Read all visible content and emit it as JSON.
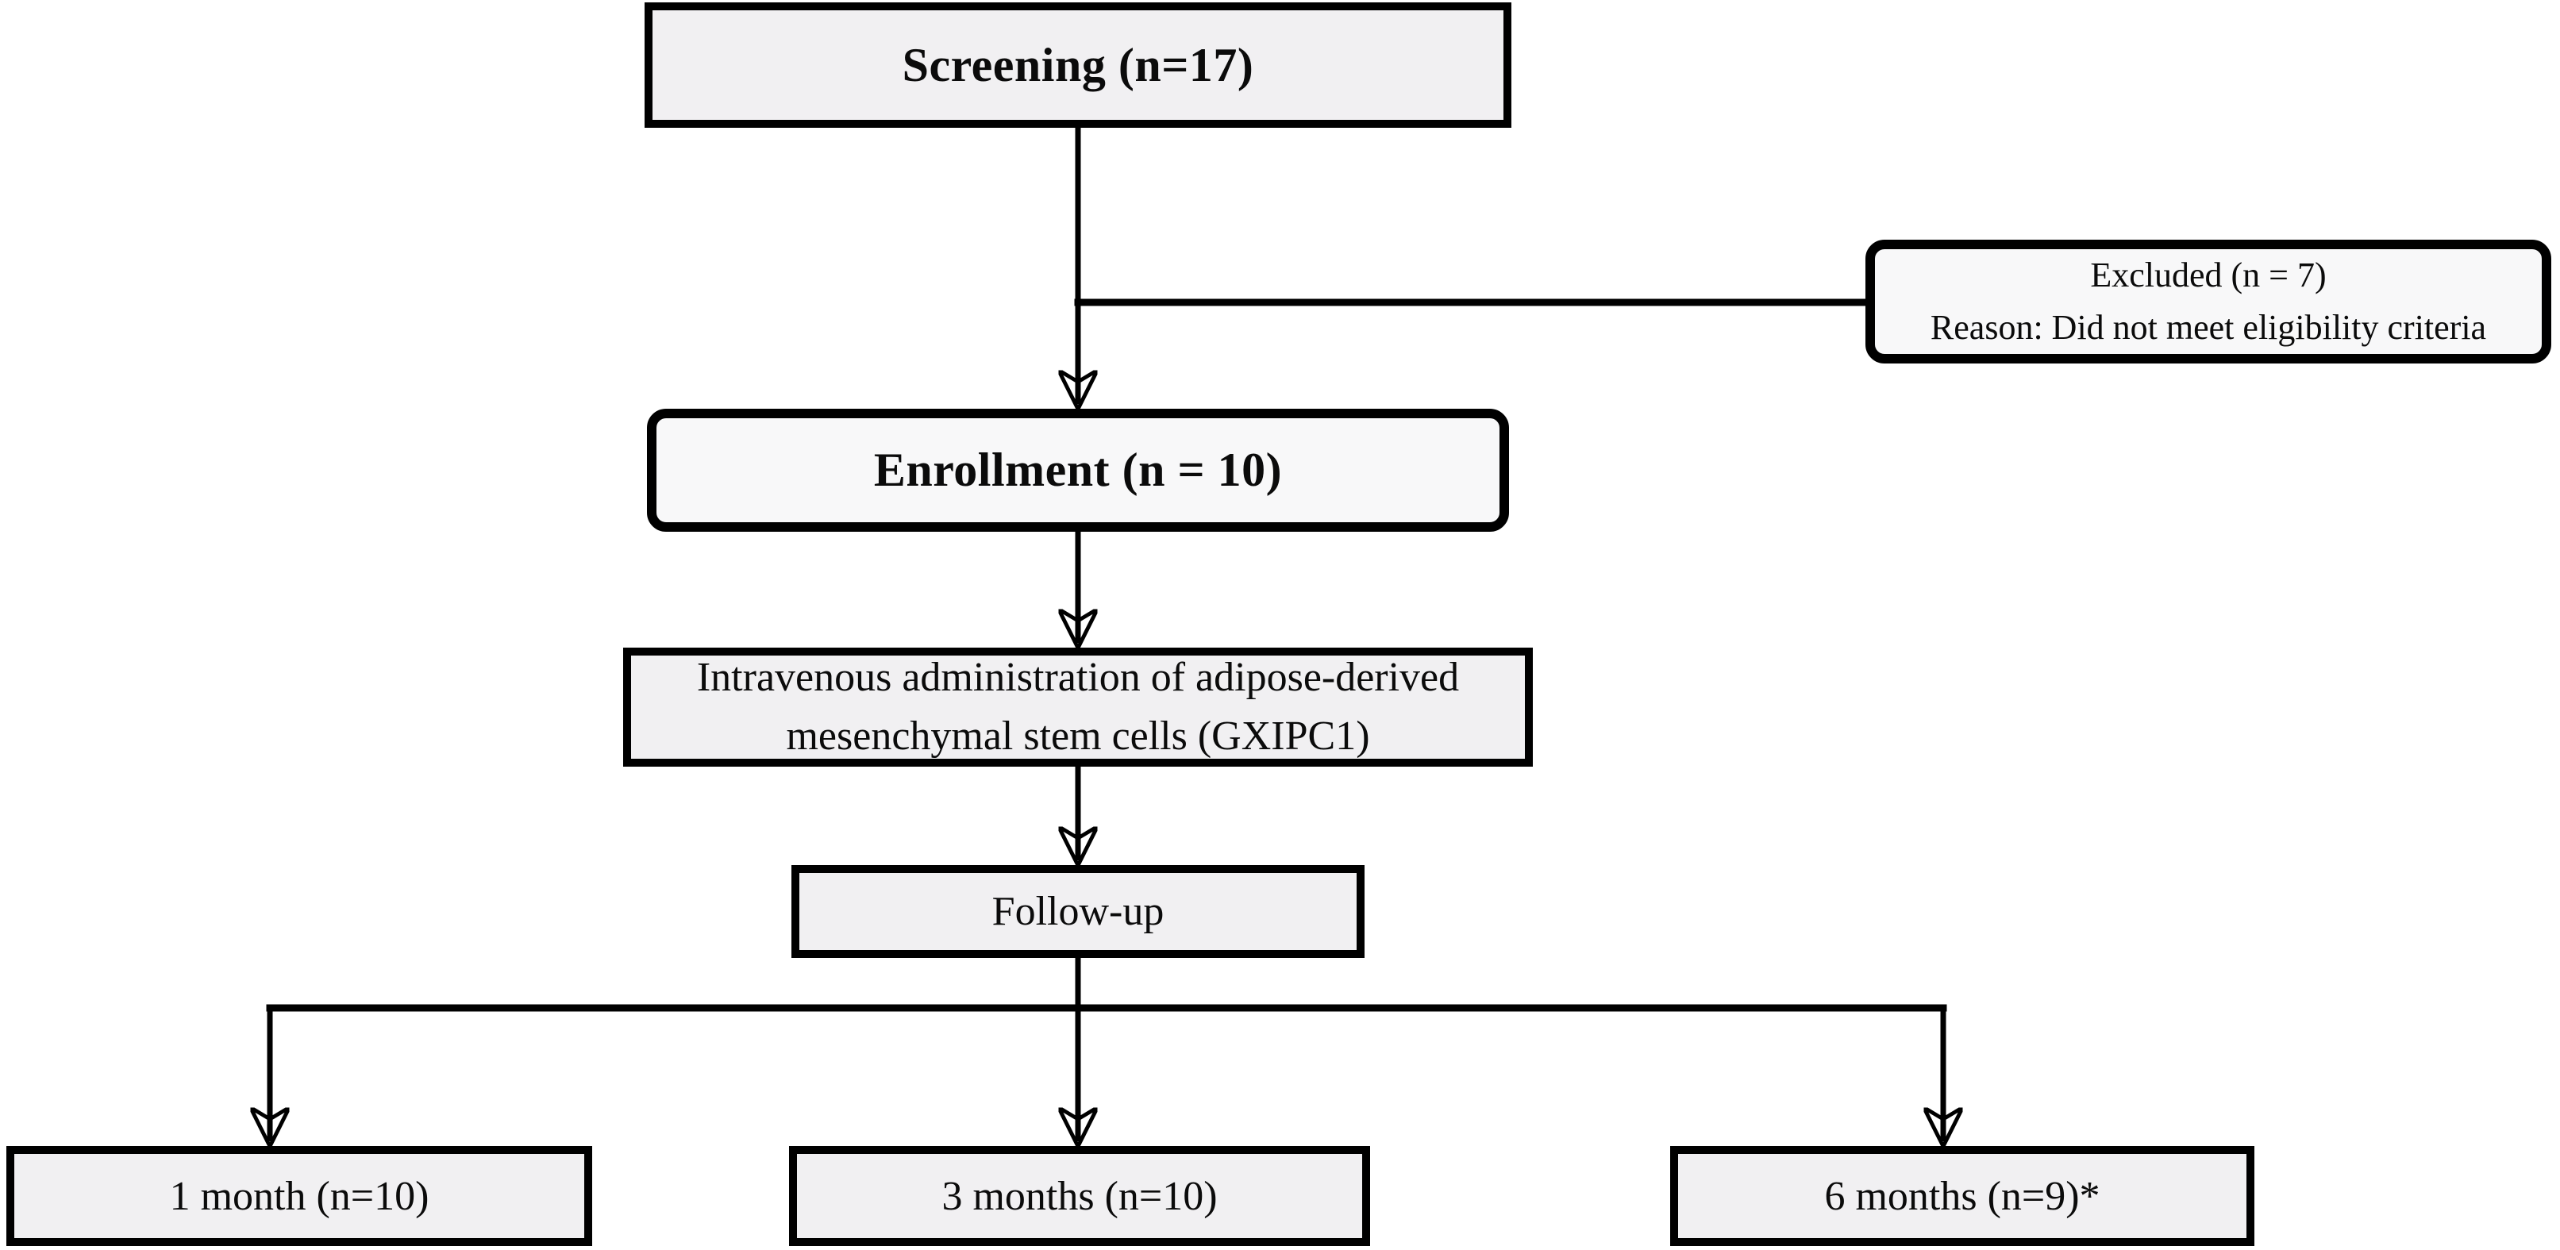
{
  "diagram_type": "flowchart",
  "colors": {
    "background": "#ffffff",
    "line": "#000000",
    "rect_fill": "#f1f0f2",
    "rounded_fill": "#f8f8f9",
    "text": "#0b0b0b"
  },
  "nodes": {
    "screening": {
      "label": "Screening (n=17)"
    },
    "excluded": {
      "lines": [
        "Excluded (n = 7)",
        "Reason: Did not meet eligibility criteria"
      ]
    },
    "enrollment": {
      "label": "Enrollment (n = 10)"
    },
    "treatment": {
      "lines": [
        "Intravenous administration of adipose-derived",
        "mesenchymal stem cells (GXIPC1)"
      ]
    },
    "followup": {
      "label": "Follow-up"
    },
    "month1": {
      "label": "1 month (n=10)"
    },
    "month3": {
      "label": "3 months (n=10)"
    },
    "month6": {
      "label": "6 months (n=9)*"
    }
  },
  "edges": [
    {
      "from": "screening",
      "to": "enrollment",
      "arrow": true
    },
    {
      "from": "screening",
      "to": "excluded",
      "arrow": false
    },
    {
      "from": "enrollment",
      "to": "treatment",
      "arrow": true
    },
    {
      "from": "treatment",
      "to": "followup",
      "arrow": true
    },
    {
      "from": "followup",
      "to": "month1",
      "arrow": true
    },
    {
      "from": "followup",
      "to": "month3",
      "arrow": true
    },
    {
      "from": "followup",
      "to": "month6",
      "arrow": true
    }
  ]
}
